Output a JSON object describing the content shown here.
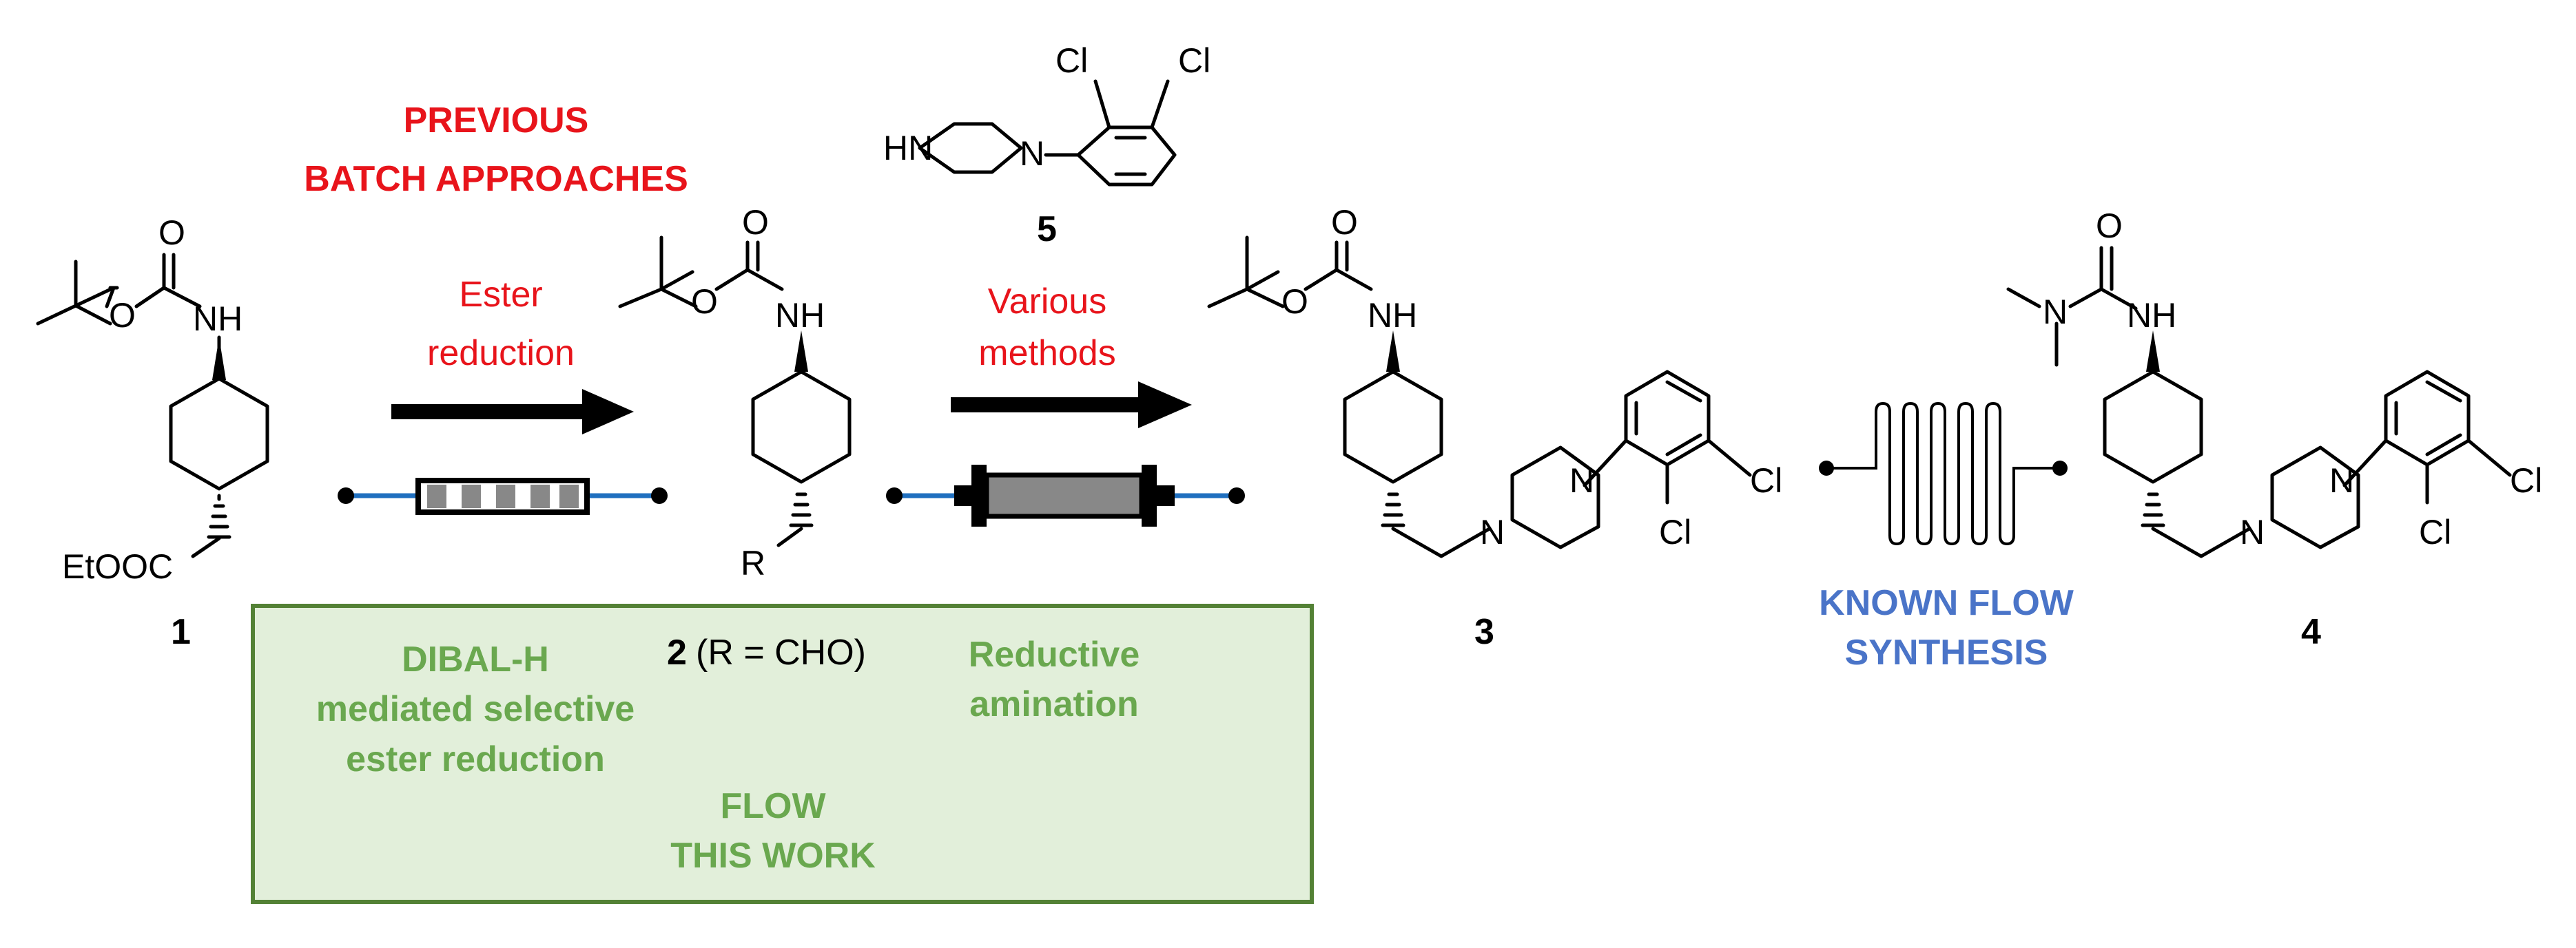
{
  "header": {
    "line1": "PREVIOUS",
    "line2": "BATCH APPROACHES"
  },
  "steps": {
    "ester_line1": "Ester",
    "ester_line2": "reduction",
    "various_line1": "Various",
    "various_line2": "methods"
  },
  "compounds": {
    "c1": "1",
    "c2_number": "2",
    "c2_note": "(R = CHO)",
    "c3": "3",
    "c4": "4",
    "c5": "5"
  },
  "atoms": {
    "O": "O",
    "NH": "NH",
    "N": "N",
    "HN": "HN",
    "Cl": "Cl",
    "R": "R",
    "EtOOC": "EtOOC"
  },
  "flow_box": {
    "dibal_line1": "DIBAL-H",
    "dibal_line2": "mediated selective",
    "dibal_line3": "ester reduction",
    "reductive_line1": "Reductive",
    "reductive_line2": "amination",
    "flow_line1": "FLOW",
    "flow_line2": "THIS WORK"
  },
  "known": {
    "line1": "KNOWN FLOW",
    "line2": "SYNTHESIS"
  },
  "colors": {
    "red": "#e8141b",
    "green_text": "#6aa84f",
    "green_fill": "#e2efda",
    "green_border": "#538135",
    "blue_text": "#4a74c8",
    "tube_blue": "#1f6fbf"
  }
}
